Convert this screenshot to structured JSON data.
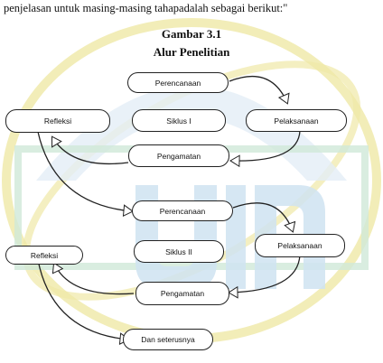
{
  "intro_text": "penjelasan untuk masing-masing tahapadalah sebagai berikut:\"",
  "figure": {
    "number": "Gambar 3.1",
    "title": "Alur Penelitian"
  },
  "cycle1": {
    "perencanaan": "Perencanaan",
    "pelaksanaan": "Pelaksanaan",
    "pengamatan": "Pengamatan",
    "refleksi": "Refleksi",
    "label": "Siklus I"
  },
  "cycle2": {
    "perencanaan": "Perencanaan",
    "pelaksanaan": "Pelaksanaan",
    "pengamatan": "Pengamatan",
    "refleksi": "Refleksi",
    "label": "Siklus II"
  },
  "next": "Dan seterusnya",
  "colors": {
    "watermark_yellow": "#efe8a6",
    "watermark_blue": "#cfe3f1",
    "watermark_green": "#cfe8d8"
  }
}
